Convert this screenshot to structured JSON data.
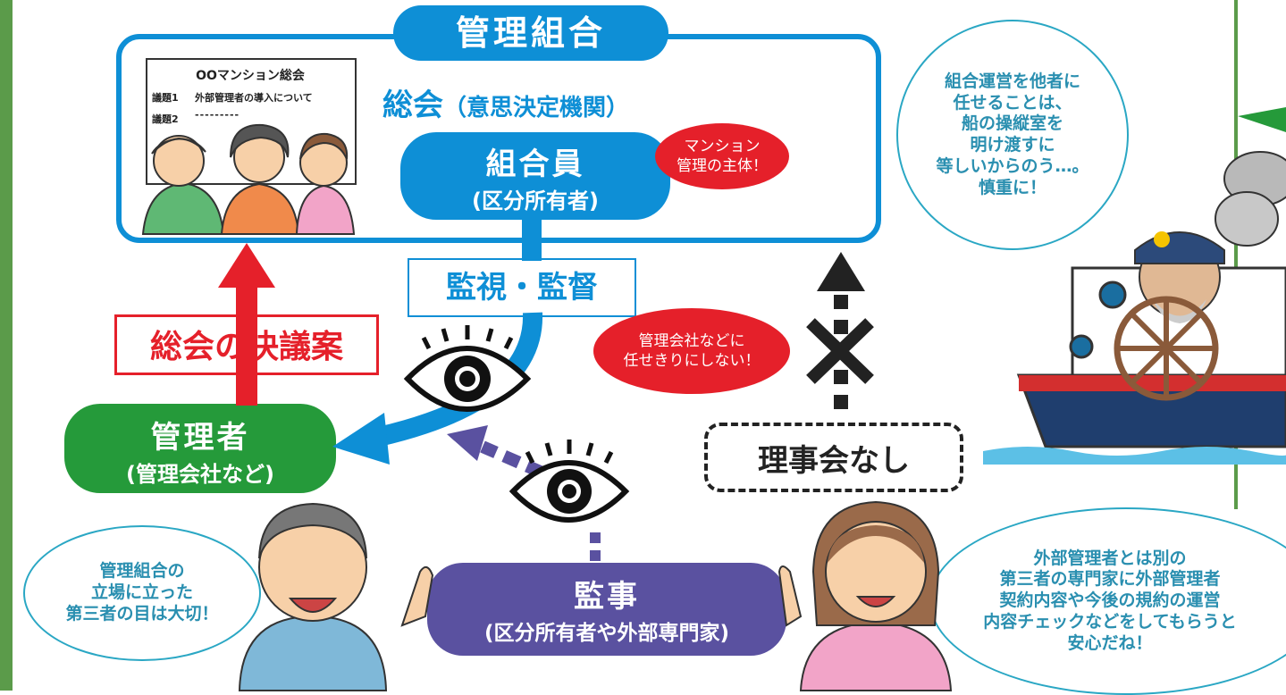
{
  "union": {
    "title": "管理組合"
  },
  "general_meeting": {
    "label": "総会",
    "sub": "（意思決定機関）"
  },
  "whiteboard": {
    "title": "OOマンション総会",
    "agenda1_num": "議題1",
    "agenda1": "外部管理者の導入について",
    "agenda2_num": "議題2",
    "agenda2": "---------"
  },
  "members": {
    "title": "組合員",
    "sub": "(区分所有者)"
  },
  "members_note": {
    "line1": "マンション",
    "line2": "管理の主体！"
  },
  "oversight": {
    "label": "監視・監督"
  },
  "oversight_note": {
    "line1": "管理会社などに",
    "line2": "任せきりにしない！"
  },
  "resolution": {
    "label": "総会の決議案"
  },
  "manager": {
    "title": "管理者",
    "sub": "(管理会社など)"
  },
  "no_board": {
    "label": "理事会なし"
  },
  "auditor": {
    "title": "監事",
    "sub": "(区分所有者や外部専門家)"
  },
  "captain_bubble": {
    "l1": "組合運営を他者に",
    "l2": "任せることは、",
    "l3": "船の操縦室を",
    "l4": "明け渡すに",
    "l5": "等しいからのう…。",
    "l6": "慎重に！"
  },
  "man_bubble": {
    "l1": "管理組合の",
    "l2": "立場に立った",
    "l3": "第三者の目は大切！"
  },
  "woman_bubble": {
    "l1": "外部管理者とは別の",
    "l2": "第三者の専門家に外部管理者",
    "l3": "契約内容や今後の規約の運営",
    "l4": "内容チェックなどをしてもらうと",
    "l5": "安心だね！"
  },
  "colors": {
    "blue": "#0e8fd6",
    "green": "#259a3a",
    "red": "#e5202a",
    "purple": "#5a51a0",
    "border_green": "#5b9b4a"
  }
}
